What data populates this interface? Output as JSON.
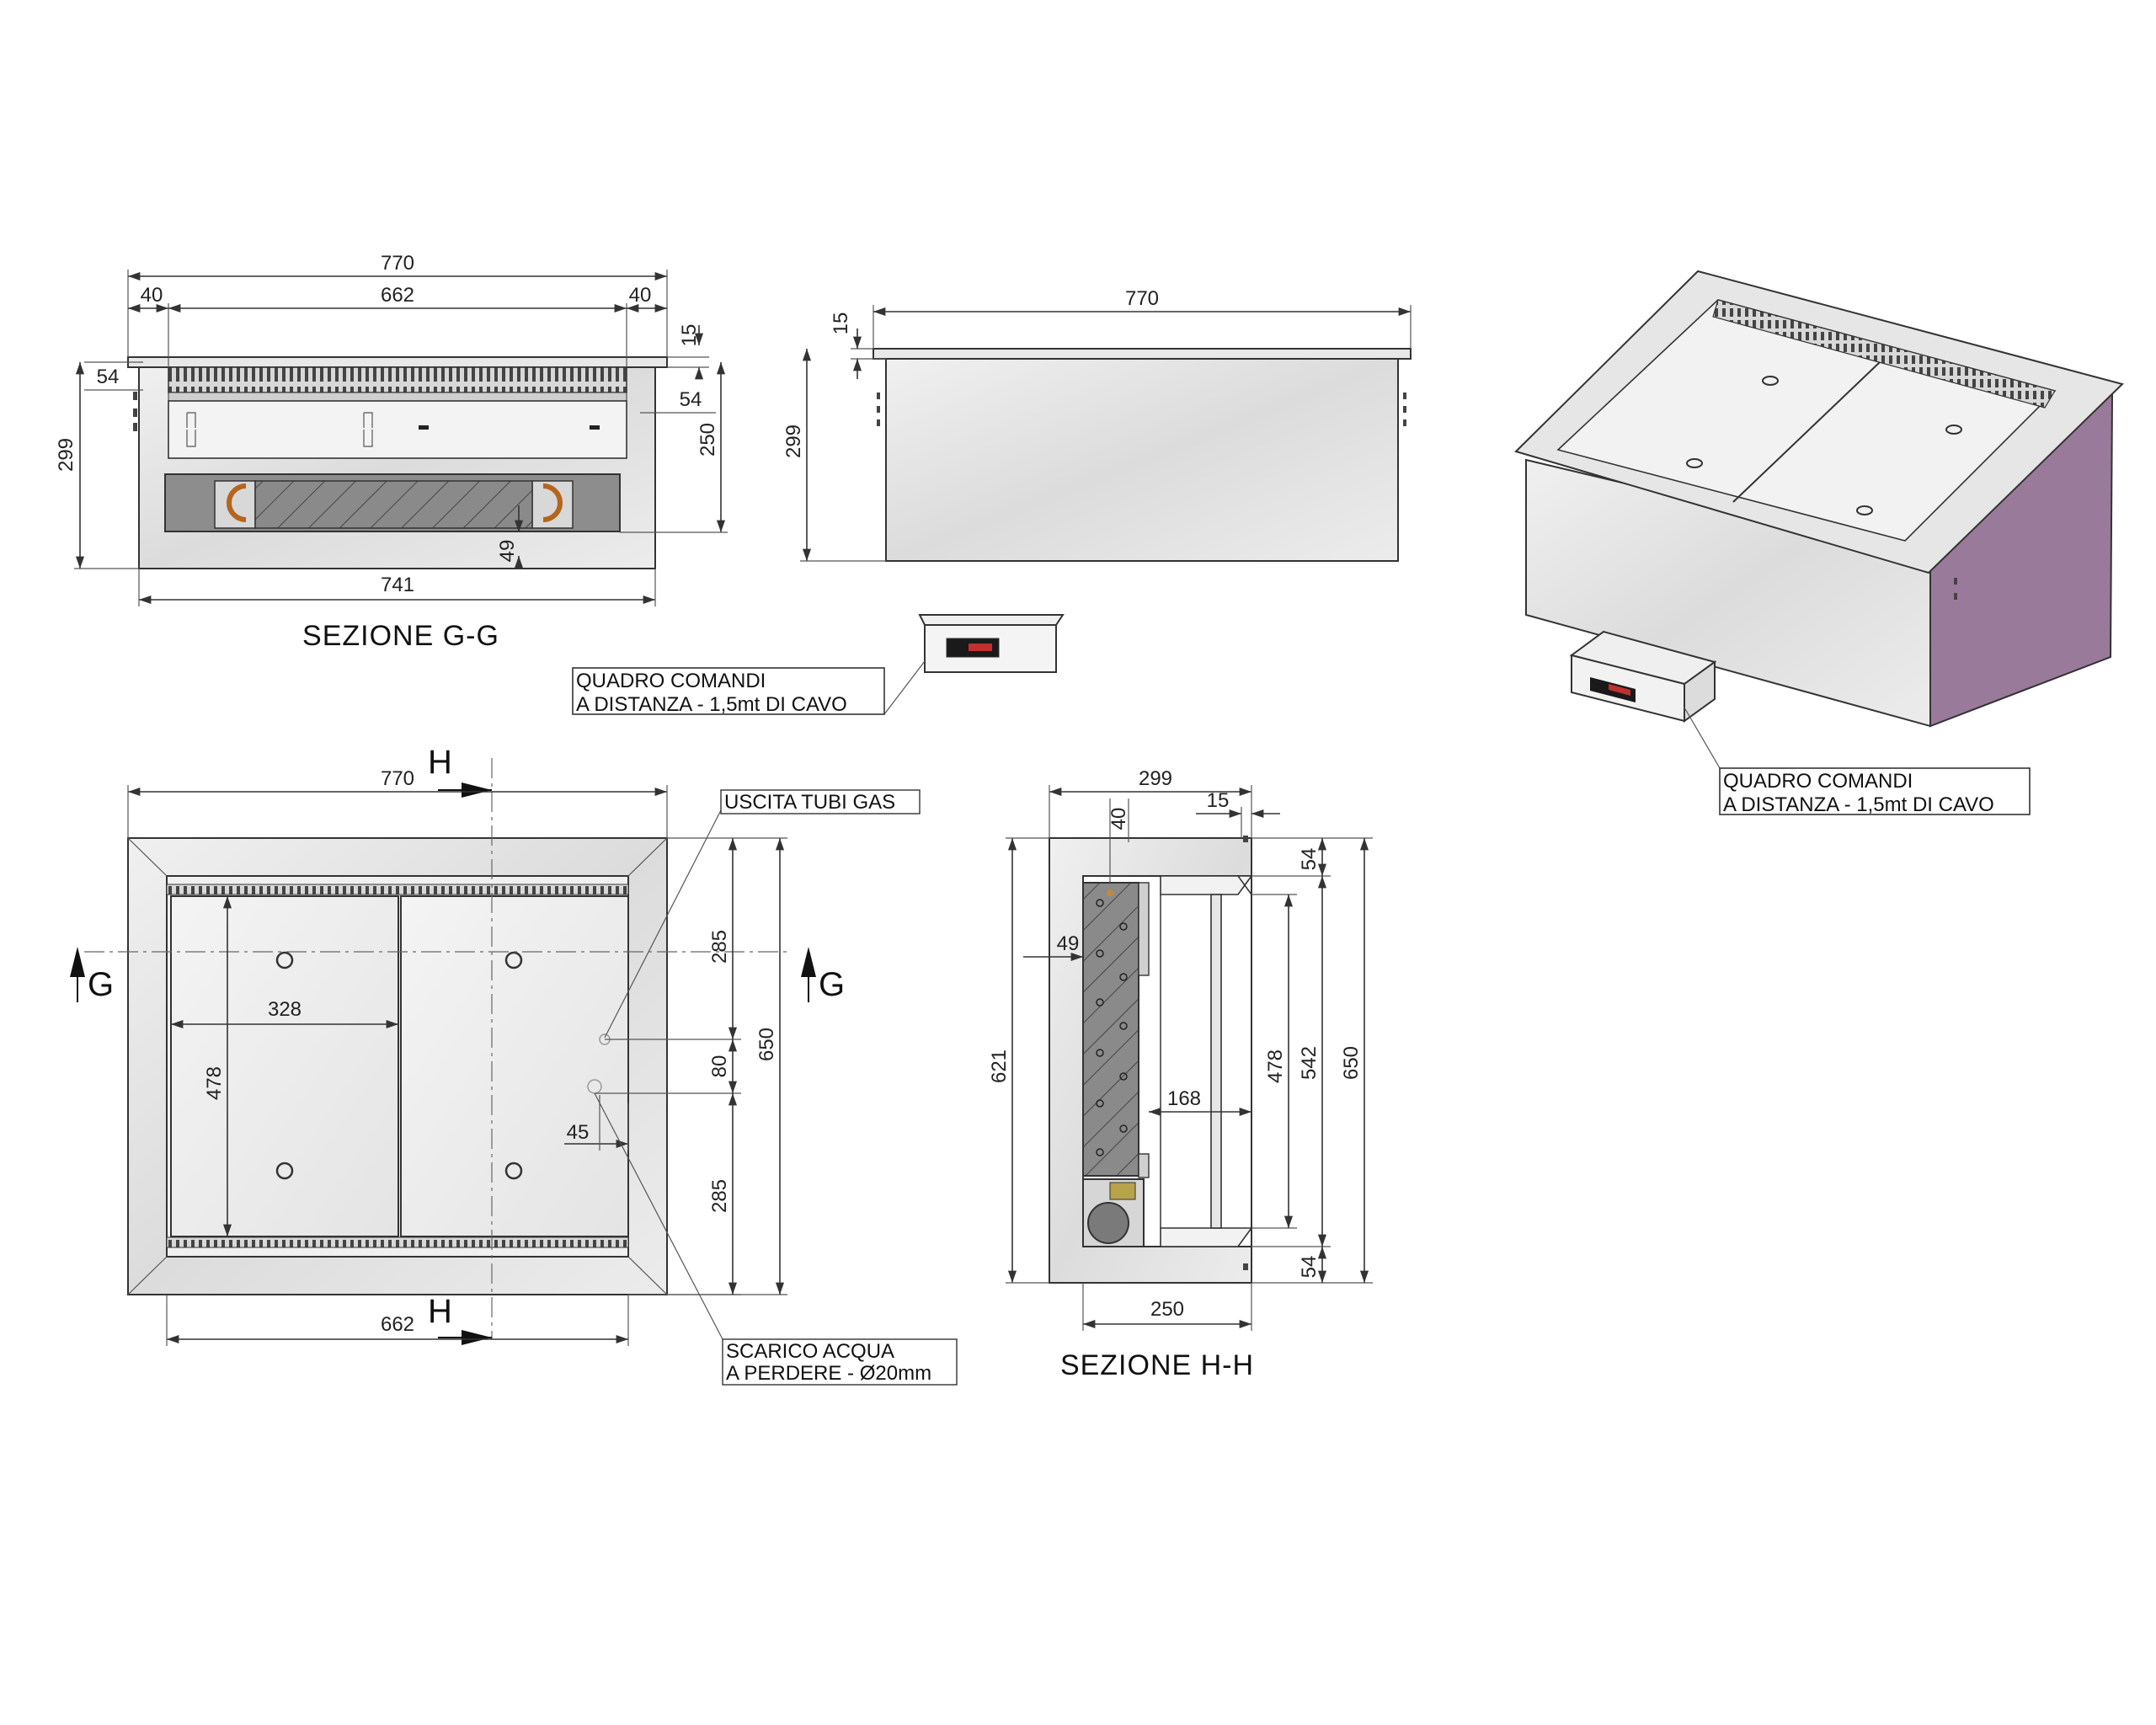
{
  "views": {
    "section_g": {
      "title": "SEZIONE G-G",
      "dims": {
        "total_width": "770",
        "inner_width": "662",
        "left_margin": "40",
        "right_margin": "40",
        "top_thickness": "15",
        "left_offset": "54",
        "right_offset": "54",
        "height": "299",
        "inner_height": "250",
        "bottom_gap": "49",
        "base_width": "741"
      }
    },
    "side_view": {
      "dims": {
        "width": "770",
        "top_thickness": "15",
        "height": "299"
      }
    },
    "control_panel": {
      "label_line1": "QUADRO COMANDI",
      "label_line2": "A DISTANZA - 1,5mt DI CAVO"
    },
    "perspective": {
      "label_line1": "QUADRO COMANDI",
      "label_line2": "A DISTANZA - 1,5mt DI CAVO",
      "side_color": "#9a7a9a"
    },
    "plan_view": {
      "cut_h": "H",
      "cut_g": "G",
      "dims": {
        "total_width": "770",
        "inner_width": "662",
        "plate_width": "328",
        "plate_height": "478",
        "upper": "285",
        "middle": "80",
        "lower": "285",
        "depth": "650",
        "offset": "45"
      },
      "callout_gas": "USCITA TUBI GAS",
      "callout_drain_line1": "SCARICO ACQUA",
      "callout_drain_line2": "A PERDERE - Ø20mm"
    },
    "section_h": {
      "title": "SEZIONE H-H",
      "dims": {
        "total_width": "299",
        "top_offset": "40",
        "lip": "15",
        "top_gap": "54",
        "bottom_gap": "54",
        "burner": "49",
        "height_inner": "621",
        "well_height": "478",
        "well_outer": "542",
        "total_depth": "650",
        "well_depth": "168",
        "base_width": "250"
      }
    }
  }
}
